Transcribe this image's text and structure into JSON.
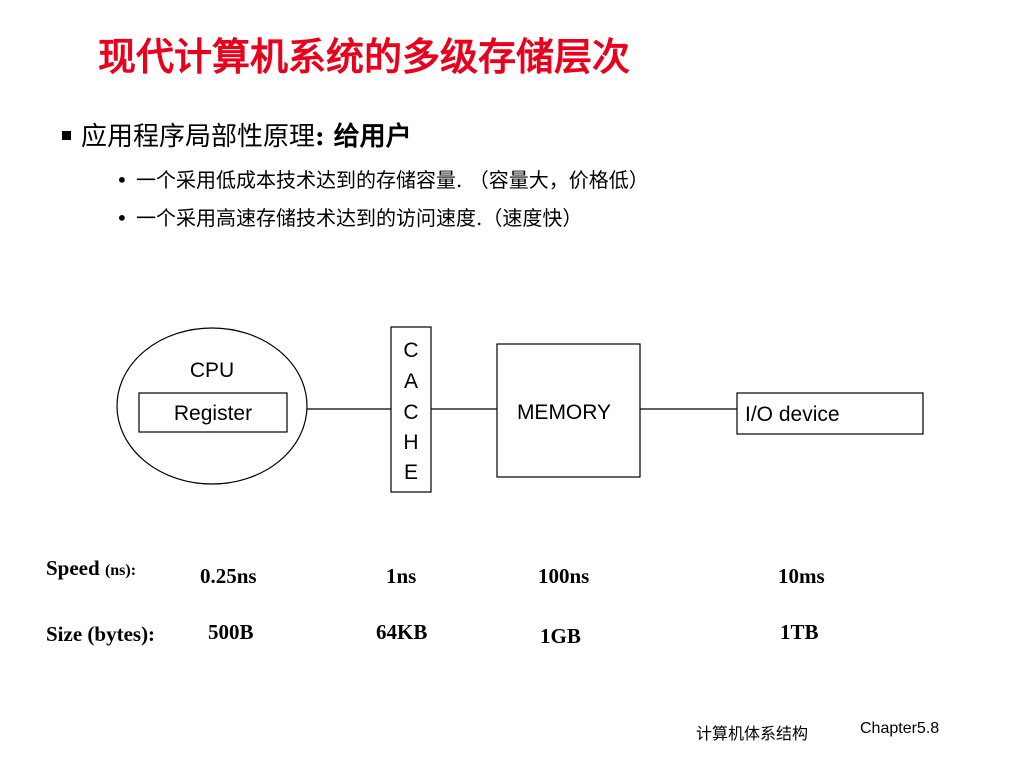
{
  "title": "现代计算机系统的多级存储层次",
  "principle": "应用程序局部性原理",
  "principle_suffix": ": 给用户",
  "points": [
    {
      "text": "一个采用低成本技术达到的存储容量. （容量大，价格低）"
    },
    {
      "text": "一个采用高速存储技术达到的访问速度.（速度快）"
    }
  ],
  "bullet_char": "•",
  "diagram": {
    "cpu_label": "CPU",
    "register_label": "Register",
    "cache_letters": [
      "C",
      "A",
      "C",
      "H",
      "E"
    ],
    "memory_label": "MEMORY",
    "io_label": "I/O device"
  },
  "speed": {
    "label": "Speed",
    "unit": "(ns):",
    "values": [
      "0.25ns",
      "1ns",
      "100ns",
      "10ms"
    ]
  },
  "size": {
    "label": "Size (bytes):",
    "values": [
      "500B",
      "64KB",
      "1GB",
      "1TB"
    ]
  },
  "footer": {
    "course": "计算机体系结构",
    "chapter": "Chapter5.8"
  }
}
